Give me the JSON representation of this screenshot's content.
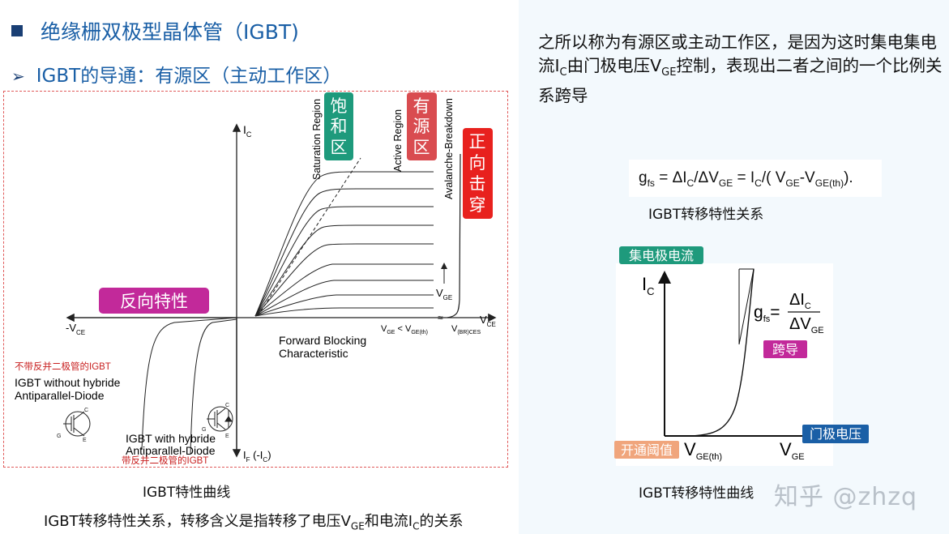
{
  "title": "绝缘栅双极型晶体管（IGBT)",
  "subtitle": "IGBT的导通：有源区（主动工作区）",
  "description": {
    "p1": "之所以称为有源区或主动工作区，是因为这时集电集电流I",
    "s1": "C",
    "p2": "由门极电压V",
    "s2": "GE",
    "p3": "控制，表现出二者之间的一个比例关系跨导"
  },
  "left_diagram": {
    "axis_ic": "I",
    "axis_ic_sub": "C",
    "axis_vce": "V",
    "axis_vce_sub": "CE",
    "axis_neg_vce": "-V",
    "axis_neg_vce_sub": "CE",
    "axis_if": "I",
    "axis_if_sub": "F",
    "axis_if_tail": " (-I",
    "axis_if_tail_sub": "C",
    "axis_if_close": ")",
    "vge_label": "V",
    "vge_label_sub": "GE",
    "cond_v": "V",
    "cond_v_sub": "GE",
    "cond_lt": " < V",
    "cond_lt_sub": "GE(th)",
    "vbr": "V",
    "vbr_sub": "(BR)CES",
    "saturation_region": "Saturation Region",
    "active_region": "Active Region",
    "avalanche": "Avalanche-Breakdown",
    "badge_saturation": [
      "饱",
      "和",
      "区"
    ],
    "badge_active": [
      "有",
      "源",
      "区"
    ],
    "badge_breakdown": [
      "正",
      "向",
      "击",
      "穿"
    ],
    "badge_reverse": "反向特性",
    "forward_blocking": [
      "Forward Blocking",
      "Characteristic"
    ],
    "without_diode_cn": "不带反并二极管的IGBT",
    "without_diode_en": [
      "IGBT without hybride",
      "Antiparallel-Diode"
    ],
    "with_diode_en": [
      "IGBT with hybride",
      "Antiparallel-Diode"
    ],
    "with_diode_cn": "带反并二极管的IGBT",
    "sym_c": "C",
    "sym_g": "G",
    "sym_e": "E"
  },
  "caption_left": "IGBT特性曲线",
  "bottom_text": {
    "p1": "IGBT转移特性关系，转移含义是指转移了电压V",
    "s1": "GE",
    "p2": "和电流I",
    "s2": "C",
    "p3": "的关系"
  },
  "formula": {
    "g": "g",
    "g_sub": "fs",
    "eq1": " = ΔI",
    "eq1_sub": "C",
    "eq2": "/ΔV",
    "eq2_sub": "GE",
    "eq3": " = I",
    "eq3_sub": "C",
    "eq4": "/( V",
    "eq4_sub": "GE",
    "eq5": "-V",
    "eq5_sub": "GE(th)",
    "eq6": ")."
  },
  "caption_formula": "IGBT转移特性关系",
  "right_diagram": {
    "badge_collector": "集电极电流",
    "axis_ic": "I",
    "axis_ic_sub": "C",
    "gfs": "g",
    "gfs_sub": "fs",
    "eq": "=",
    "num": "ΔI",
    "num_sub": "C",
    "den": "ΔV",
    "den_sub": "GE",
    "badge_transconductance": "跨导",
    "badge_gate_voltage": "门极电压",
    "badge_threshold": "开通阈值",
    "vth": "V",
    "vth_sub": "GE(th)",
    "vge": "V",
    "vge_sub": "GE"
  },
  "caption_right": "IGBT转移特性曲线",
  "watermark": "知乎 @zhzq",
  "colors": {
    "heading": "#1a5fa6",
    "panel_border": "#e05a5a",
    "badge_green": "#1e9a7c",
    "badge_red": "#d94c50",
    "badge_bright_red": "#e8211e",
    "badge_magenta": "#c2299a",
    "badge_blue": "#1a5fa6",
    "badge_orange": "#f0a57c"
  }
}
